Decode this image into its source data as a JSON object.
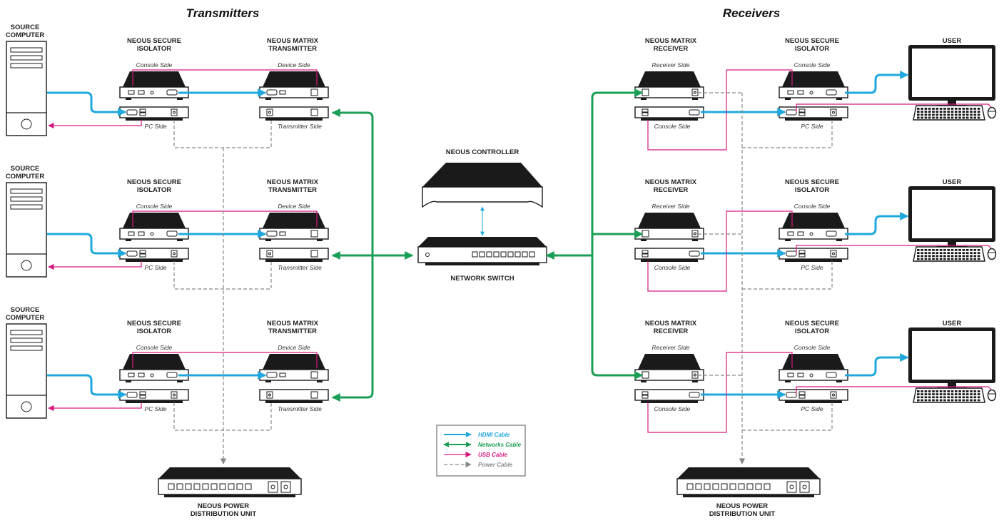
{
  "headings": {
    "transmitters": "Transmitters",
    "receivers": "Receivers"
  },
  "labels": {
    "source_computer": [
      "SOURCE",
      "COMPUTER"
    ],
    "secure_isolator": [
      "NEOUS SECURE",
      "ISOLATOR"
    ],
    "matrix_transmitter": [
      "NEOUS MATRIX",
      "TRANSMITTER"
    ],
    "matrix_receiver": [
      "NEOUS MATRIX",
      "RECEIVER"
    ],
    "user": "USER",
    "controller": "NEOUS CONTROLLER",
    "switch": "NETWORK SWITCH",
    "pdu": [
      "NEOUS POWER",
      "DISTRIBUTION UNIT"
    ]
  },
  "sides": {
    "console": "Console Side",
    "pc": "PC Side",
    "device": "Device Side",
    "transmitter": "Transmitter Side",
    "receiver": "Receiver Side"
  },
  "legend": [
    {
      "label": "HDMI Cable",
      "color": "#1fa8de",
      "style": "hdmi"
    },
    {
      "label": "Networks Cable",
      "color": "#1a9e55",
      "style": "net"
    },
    {
      "label": "USB Cable",
      "color": "#d6197f",
      "style": "usb"
    },
    {
      "label": "Power Cable",
      "color": "#888888",
      "style": "pwr"
    }
  ],
  "colors": {
    "hdmi": "#1fa8de",
    "network": "#1a9e55",
    "usb": "#d6197f",
    "power": "#888888",
    "device": "#1a1a1a"
  }
}
